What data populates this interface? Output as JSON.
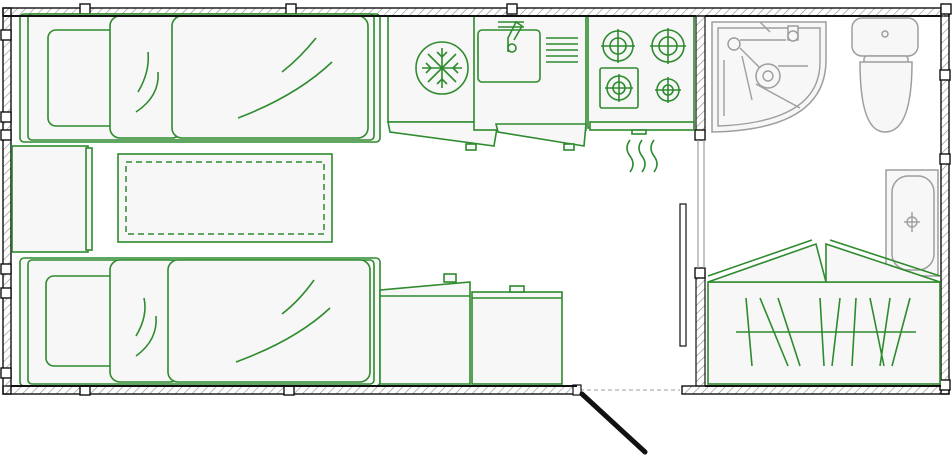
{
  "title": "",
  "colors": {
    "furniture": "#2e8b2e",
    "fixtures": "#9e9e9e",
    "walls": "#111111",
    "hatch": "#8a8a8a",
    "fill": "#f7f7f7"
  },
  "rooms": {
    "living": [
      "bed-top",
      "bed-bottom",
      "table",
      "cabinet-left",
      "kitchen",
      "cabinets-bottom"
    ],
    "bathroom": [
      "shower",
      "toilet",
      "sink",
      "rack"
    ]
  },
  "icons": [
    "snowflake-icon",
    "stove-burner-icon",
    "heat-waves-icon",
    "faucet-icon",
    "shower-head-icon"
  ]
}
